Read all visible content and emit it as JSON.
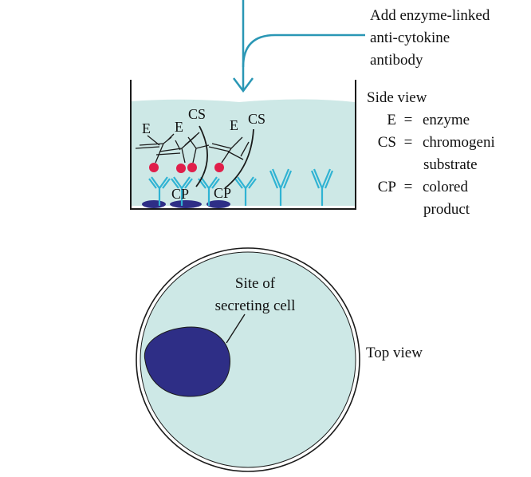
{
  "instruction": {
    "line1": "Add enzyme-linked",
    "line2": "anti-cytokine",
    "line3": "antibody"
  },
  "side_view": {
    "title": "Side view",
    "legend": [
      {
        "abbr": "E",
        "eq": "=",
        "text": "enzyme"
      },
      {
        "abbr": "CS",
        "eq": "=",
        "text": "chromogeni"
      },
      {
        "abbr": "",
        "eq": "",
        "text": "substrate"
      },
      {
        "abbr": "CP",
        "eq": "=",
        "text": "colored"
      },
      {
        "abbr": "",
        "eq": "",
        "text": "product"
      }
    ],
    "well_labels": {
      "e1": "E",
      "e2": "E",
      "e3": "E",
      "cs1": "CS",
      "cs2": "CS",
      "cp1": "CP",
      "cp2": "CP"
    }
  },
  "top_view": {
    "title": "Top view",
    "site_label_line1": "Site of",
    "site_label_line2": "secreting cell"
  },
  "colors": {
    "medium": "#cde8e6",
    "antibody": "#2fb3d3",
    "enzyme": "#e01e4a",
    "product": "#2e2e86",
    "outline": "#1a1a1a",
    "arrow": "#2a97b5"
  }
}
